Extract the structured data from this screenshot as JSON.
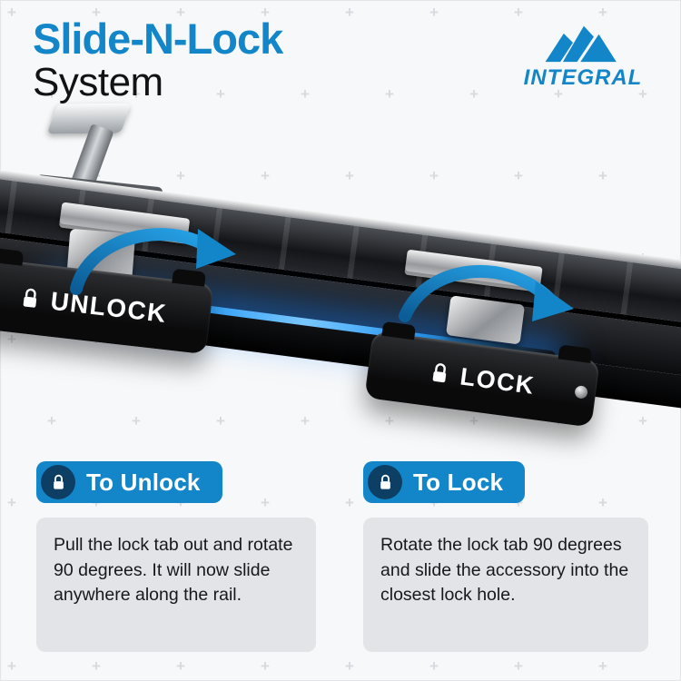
{
  "header": {
    "title_line1": "Slide-N-Lock",
    "title_line2": "System",
    "brand": "INTEGRAL"
  },
  "product": {
    "unlock_tab_label": "UNLOCK",
    "lock_tab_label": "LOCK"
  },
  "instructions": {
    "unlock": {
      "heading": "To Unlock",
      "body": "Pull the lock tab out and rotate 90 degrees. It will now slide anywhere along the rail."
    },
    "lock": {
      "heading": "To Lock",
      "body": "Rotate the lock tab 90 degrees and slide the accessory into the closest lock hole."
    }
  },
  "colors": {
    "accent_blue": "#1386c9",
    "dark_navy": "#0d3e63",
    "card_bg": "#e2e4e8",
    "glow_blue": "#2a9bf5"
  }
}
